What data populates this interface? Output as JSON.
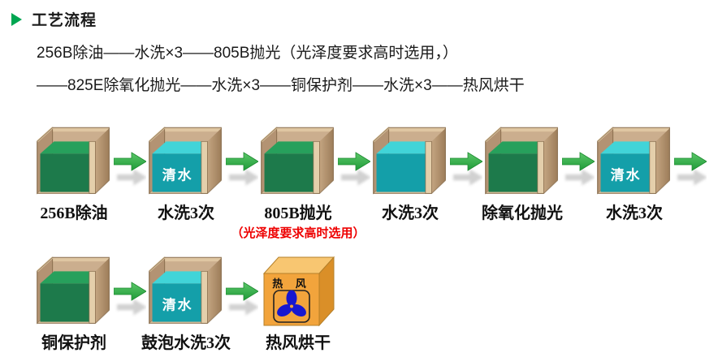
{
  "header": {
    "title": "工艺流程",
    "line1": "256B除油——水洗×3——805B抛光（光泽度要求高时选用，）",
    "line2": "——825E除氧化抛光——水洗×3——铜保护剂——水洗×3——热风烘干"
  },
  "icons": {
    "bullet": "triangle-right-icon",
    "arrow": "flow-arrow-icon",
    "fan": "fan-icon",
    "tank": "tank-box-icon",
    "dryer": "dryer-box-icon"
  },
  "colors": {
    "bullet_green": "#00a651",
    "note_red": "#ee0000",
    "text_black": "#1a1a1a",
    "tank_back": "#cbae8e",
    "tank_back_top": "#dfc6a2",
    "tank_left": "#b39373",
    "tank_floor": "#d8bd99",
    "tank_edge_light": "#e4cfab",
    "tank_right": "#c4a581",
    "tank_right_dark": "#9d7d5a",
    "tank_outline": "#8a6f4f",
    "green_top": "#27a05c",
    "green_front": "#1d7a4b",
    "cyan_top": "#41d4d8",
    "cyan_front": "#149fa9",
    "liquid_text_white": "#ffffff",
    "arrow_light": "#5bc768",
    "arrow_dark": "#1f9b39",
    "arrow_stroke": "#1d8a30",
    "arrow_shadow": "#9a9a9a",
    "dryer_front": "#f2a43c",
    "dryer_top": "#f8c671",
    "dryer_side": "#da8f28",
    "dryer_outline": "#b5802a",
    "fan_blue": "#1717cf",
    "fan_frame": "#222222",
    "dryer_text": "#111111"
  },
  "flow": {
    "rows": [
      {
        "trailing_arrow": true,
        "stations": [
          {
            "type": "tank",
            "liquid": "green",
            "label": "256B除油"
          },
          {
            "type": "tank",
            "liquid": "cyan",
            "label": "水洗3次",
            "liquid_text": "清水"
          },
          {
            "type": "tank",
            "liquid": "green",
            "label": "805B抛光",
            "note": "（光泽度要求高时选用）"
          },
          {
            "type": "tank",
            "liquid": "cyan",
            "label": "水洗3次"
          },
          {
            "type": "tank",
            "liquid": "green",
            "label": "除氧化抛光"
          },
          {
            "type": "tank",
            "liquid": "cyan",
            "label": "水洗3次",
            "liquid_text": "清水"
          }
        ]
      },
      {
        "trailing_arrow": false,
        "stations": [
          {
            "type": "tank",
            "liquid": "green",
            "label": "铜保护剂"
          },
          {
            "type": "tank",
            "liquid": "cyan",
            "label": "鼓泡水洗3次",
            "liquid_text": "清水"
          },
          {
            "type": "dryer",
            "label": "热风烘干",
            "box_text": "热 风"
          }
        ]
      }
    ]
  }
}
